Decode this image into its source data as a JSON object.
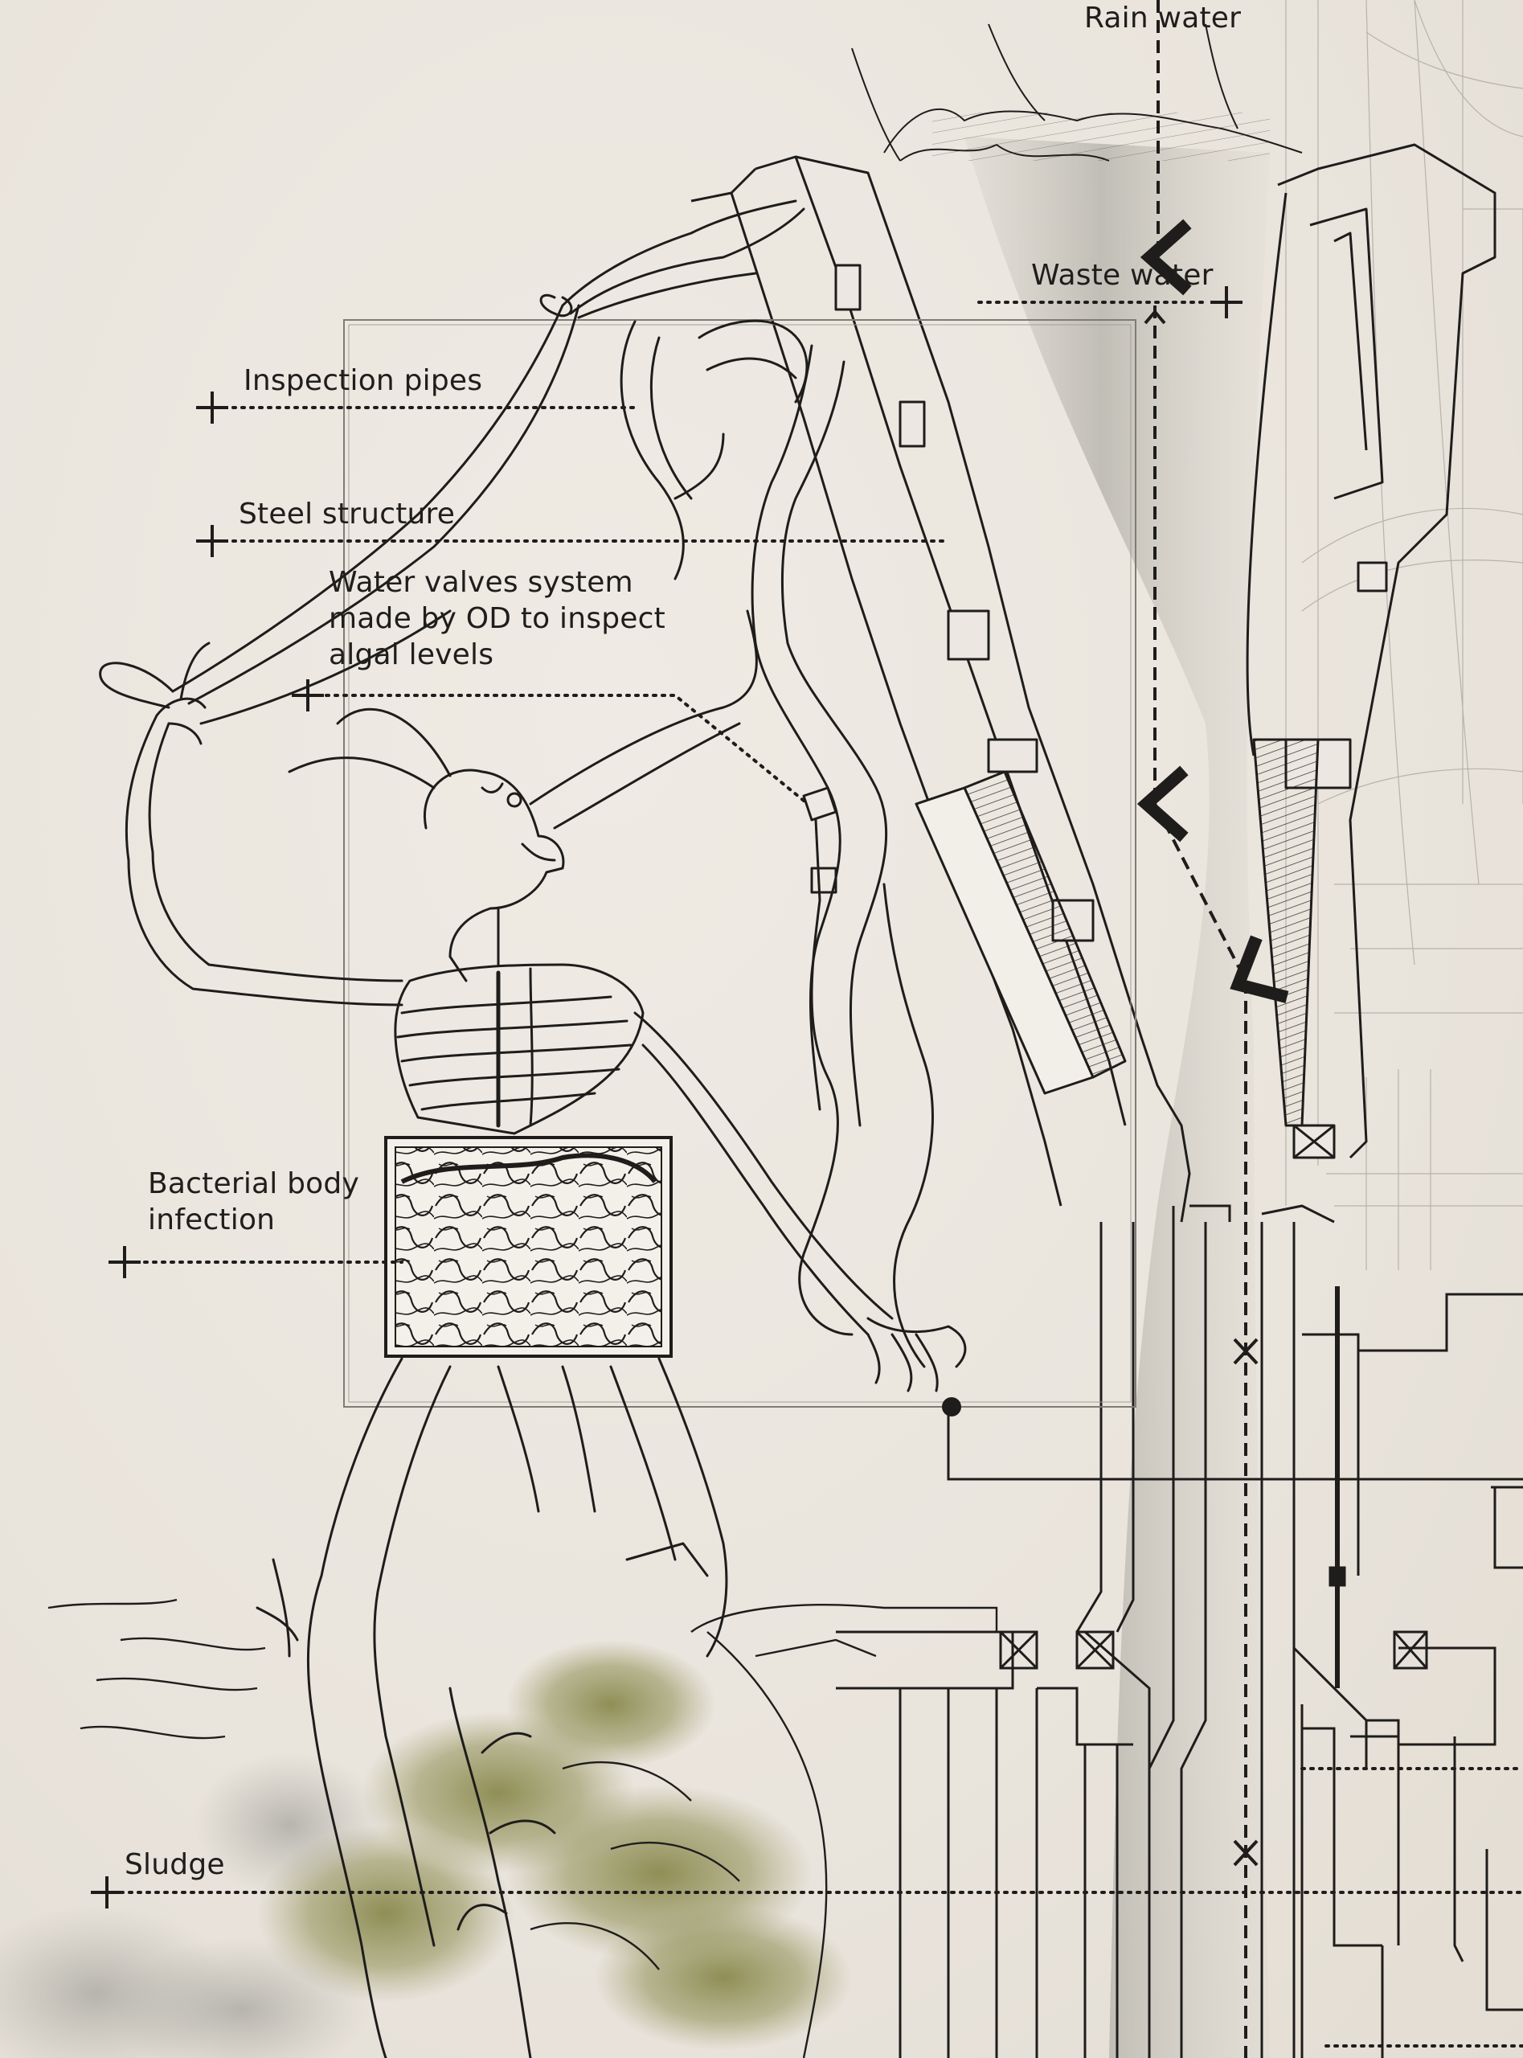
{
  "labels": {
    "rain_water": "Rain water",
    "waste_water": "Waste water",
    "inspection_pipes": "Inspection pipes",
    "steel_structure": "Steel structure",
    "water_valves": [
      "Water valves system",
      "made by OD to inspect",
      "algal levels"
    ],
    "bacterial_infection": [
      "Bacterial body",
      "infection"
    ],
    "sludge": "Sludge"
  },
  "colors": {
    "background": "#ebe6de",
    "ink": "#1e1d1b",
    "moss": "#8a8a4a",
    "wash": "#9a9a92"
  },
  "icons": [
    "crosshair-marker-icon",
    "arrow-down-icon",
    "cross-x-icon"
  ]
}
